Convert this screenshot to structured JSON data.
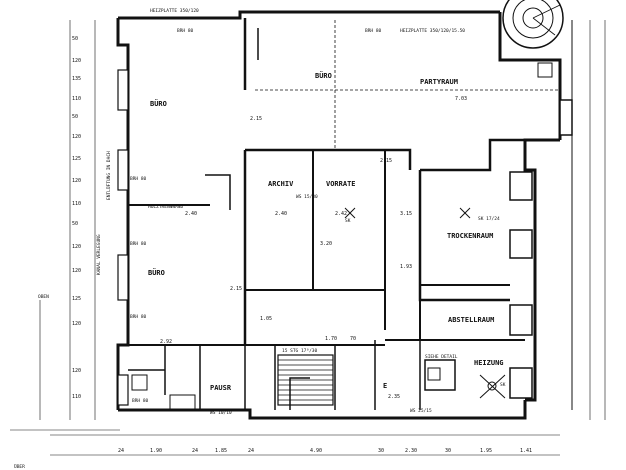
{
  "plan": {
    "rooms": {
      "buero_top": "BÜRO",
      "buero_top_right": "BÜRO",
      "buero_bottom": "BÜRO",
      "partyraum": "PARTYRAUM",
      "archiv": "ARCHIV",
      "vorrate": "VORRATE",
      "trockenraum": "TROCKENRAUM",
      "abstellraum": "ABSTELLRAUM",
      "heizung": "HEIZUNG",
      "pausr": "PAUSR",
      "holztrennwand": "HOLZTRENNWAND"
    },
    "notes": {
      "brh_top_left": "BRH 80",
      "brh_top_right": "BRH 80",
      "brh_left_1": "BRH 80",
      "brh_left_2": "BRH 80",
      "brh_left_3": "BRH 80",
      "brh_bottom": "BRH 80",
      "stairs": "15 STG 17⁰/30",
      "ws_1": "WS 10/10",
      "ws_2": "WS 25/15",
      "ws_3": "WS 15/30",
      "sk_1": "SK",
      "sk_2": "SK 17/24",
      "sk_3": "SK",
      "siehe_detail": "SIEHE DETAIL",
      "partyraum_dim": "7.03",
      "e_letter": "E",
      "top_note_1": "HEIZPLATTE 350/120",
      "top_note_2": "HEIZPLATTE 350/120/15.50",
      "left_vertical_1": "ENTLÜFTUNG IN DACH",
      "left_vertical_2": "KANAL VERLEGUNG",
      "bottom_left_label": "ÜBER",
      "left_side_label": "OBEN"
    },
    "dimensions": {
      "bottom_row": [
        "24",
        "1.90",
        "24",
        "1.85",
        "24",
        "4.90",
        "30",
        "2.30",
        "30",
        "1.95",
        "1.41"
      ],
      "left_column": [
        "50",
        "120",
        "135",
        "110",
        "50",
        "120",
        "125",
        "120",
        "110",
        "50",
        "120",
        "120",
        "125",
        "120",
        "120",
        "110"
      ],
      "interior": [
        "2.15",
        "2.40",
        "2.15",
        "2.42",
        "2.40",
        "2.15",
        "3.15",
        "1.70",
        "2.92",
        "1.05",
        "3.20",
        "1.93",
        "70",
        "2.35"
      ]
    }
  }
}
